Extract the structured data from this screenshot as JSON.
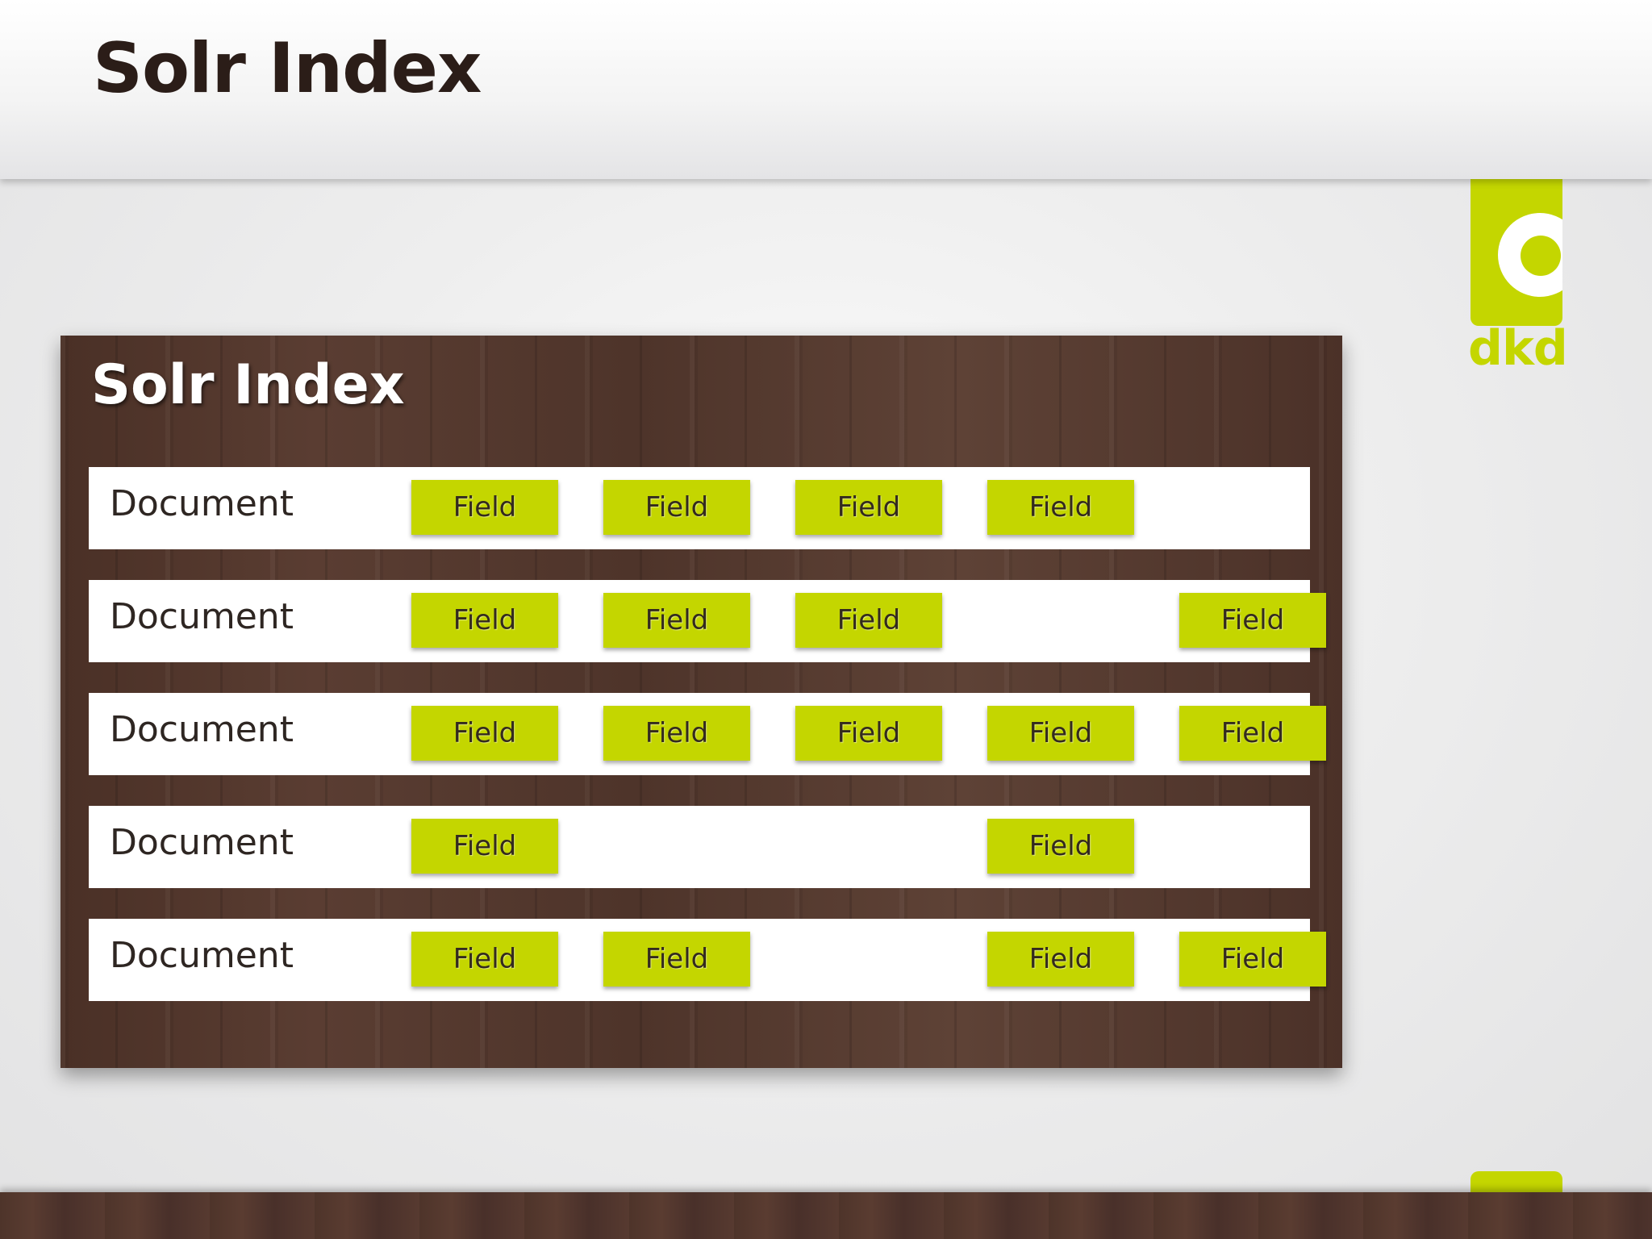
{
  "slide": {
    "title": "Solr Index",
    "logo_text": "dkd",
    "accent_color": "#c4d600",
    "wood_color": "#5a3d32"
  },
  "board": {
    "title": "Solr Index",
    "document_label": "Document",
    "field_label": "Field",
    "documents": [
      {
        "label": "Document",
        "fields": [
          true,
          true,
          true,
          true,
          false
        ]
      },
      {
        "label": "Document",
        "fields": [
          true,
          true,
          true,
          false,
          true
        ]
      },
      {
        "label": "Document",
        "fields": [
          true,
          true,
          true,
          true,
          true
        ]
      },
      {
        "label": "Document",
        "fields": [
          true,
          false,
          false,
          true,
          false
        ]
      },
      {
        "label": "Document",
        "fields": [
          true,
          true,
          false,
          true,
          true
        ]
      }
    ]
  }
}
